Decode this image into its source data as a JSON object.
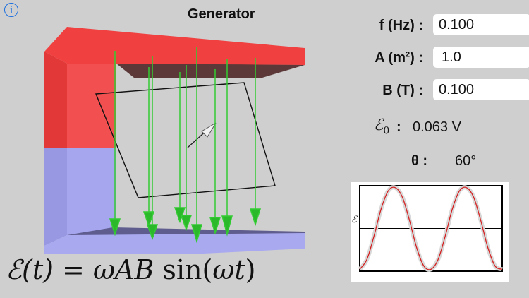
{
  "title": "Generator",
  "info_icon": "info-icon",
  "params": {
    "f_label": "f (Hz) :",
    "f_value": "0.100",
    "a_label_pre": "A (m",
    "a_label_sup": "2",
    "a_label_post": ") :",
    "a_value": "1.0",
    "b_label": "B (T) :",
    "b_value": "0.100"
  },
  "readouts": {
    "emf0_symbol": "ℰ",
    "emf0_sub": "0",
    "emf0_colon": ":",
    "emf0_value": "0.063 V",
    "theta_label": "θ :",
    "theta_value": "60°"
  },
  "formula": {
    "lhs": "ℰ(t) = ",
    "omega_ab": "ωAB",
    "sin": " sin(",
    "omega_t": "ωt",
    "close": ")"
  },
  "plot": {
    "ylabel": "ℰ"
  },
  "colors": {
    "magnet_north": "#f04040",
    "magnet_south": "#a7a7ef",
    "field_lines": "#33cc33",
    "curve": "#d42020"
  },
  "chart_data": {
    "type": "line",
    "ylabel": "ℰ",
    "series": [
      {
        "x": [
          0,
          0.5,
          1,
          1.5,
          2,
          2.5,
          3,
          3.5,
          4,
          4.5,
          5,
          5.5,
          6,
          6.5,
          7,
          7.5,
          8,
          8.5,
          9,
          9.5,
          10
        ],
        "values": [
          -0.063,
          -0.048,
          -0.012,
          0.03,
          0.058,
          0.063,
          0.048,
          0.012,
          -0.03,
          -0.058,
          -0.063,
          -0.048,
          -0.012,
          0.03,
          0.058,
          0.063,
          0.048,
          0.012,
          -0.03,
          -0.058,
          -0.063
        ]
      }
    ],
    "ylim": [
      -0.066,
      0.066
    ],
    "grid": false
  }
}
